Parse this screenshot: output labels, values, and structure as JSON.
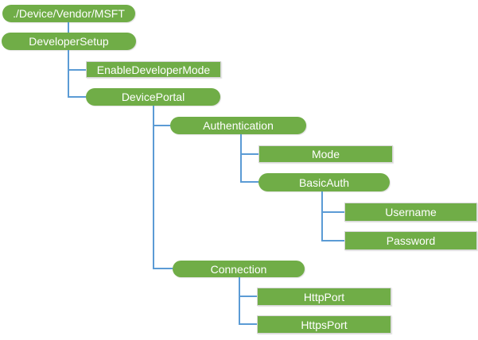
{
  "diagram": {
    "type": "tree",
    "background": "#FFFFFF",
    "colors": {
      "node_fill": "#70AD47",
      "node_text": "#FFFFFF",
      "connector": "#5B9BD5",
      "leaf_node_border": "#D6D6D6"
    },
    "nodes": [
      {
        "id": "root",
        "label": "./Device/Vendor/MSFT",
        "shape": "pill",
        "parent": null
      },
      {
        "id": "developersetup",
        "label": "DeveloperSetup",
        "shape": "pill",
        "parent": "root"
      },
      {
        "id": "enabledevelopermode",
        "label": "EnableDeveloperMode",
        "shape": "rect",
        "parent": "developersetup"
      },
      {
        "id": "deviceportal",
        "label": "DevicePortal",
        "shape": "pill",
        "parent": "developersetup"
      },
      {
        "id": "authentication",
        "label": "Authentication",
        "shape": "pill",
        "parent": "deviceportal"
      },
      {
        "id": "mode",
        "label": "Mode",
        "shape": "rect",
        "parent": "authentication"
      },
      {
        "id": "basicauth",
        "label": "BasicAuth",
        "shape": "pill",
        "parent": "authentication"
      },
      {
        "id": "username",
        "label": "Username",
        "shape": "rect",
        "parent": "basicauth"
      },
      {
        "id": "password",
        "label": "Password",
        "shape": "rect",
        "parent": "basicauth"
      },
      {
        "id": "connection",
        "label": "Connection",
        "shape": "pill",
        "parent": "deviceportal"
      },
      {
        "id": "httpport",
        "label": "HttpPort",
        "shape": "rect",
        "parent": "connection"
      },
      {
        "id": "httpsport",
        "label": "HttpsPort",
        "shape": "rect",
        "parent": "connection"
      }
    ],
    "edges": [
      [
        "./Device/Vendor/MSFT",
        "DeveloperSetup"
      ],
      [
        "DeveloperSetup",
        "EnableDeveloperMode"
      ],
      [
        "DeveloperSetup",
        "DevicePortal"
      ],
      [
        "DevicePortal",
        "Authentication"
      ],
      [
        "Authentication",
        "Mode"
      ],
      [
        "Authentication",
        "BasicAuth"
      ],
      [
        "BasicAuth",
        "Username"
      ],
      [
        "BasicAuth",
        "Password"
      ],
      [
        "DevicePortal",
        "Connection"
      ],
      [
        "Connection",
        "HttpPort"
      ],
      [
        "Connection",
        "HttpsPort"
      ]
    ]
  }
}
